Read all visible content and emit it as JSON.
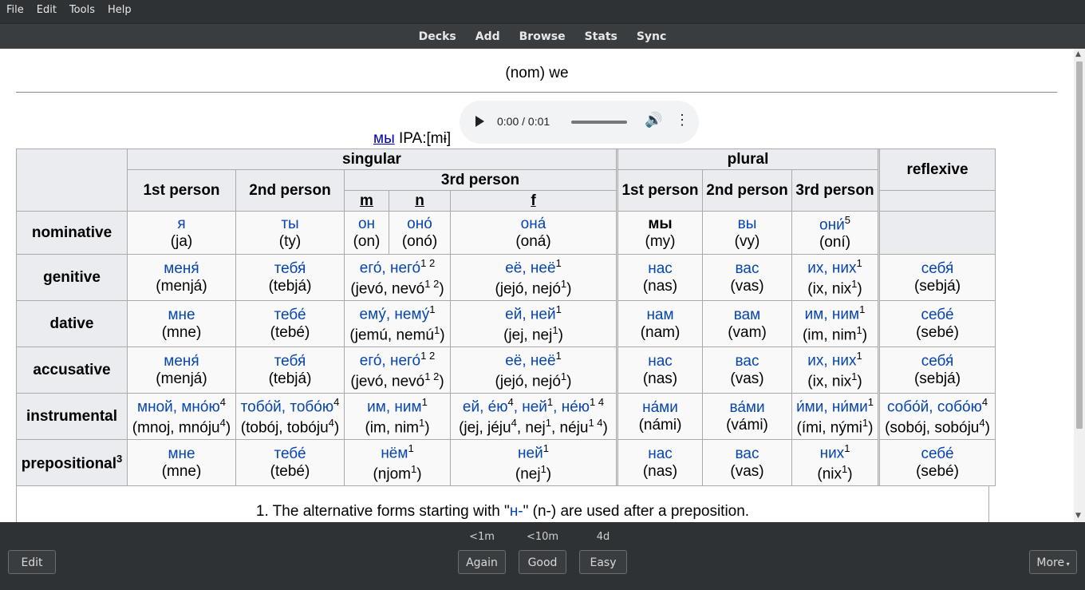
{
  "menu": [
    "File",
    "Edit",
    "Tools",
    "Help"
  ],
  "toolbar": [
    "Decks",
    "Add",
    "Browse",
    "Stats",
    "Sync"
  ],
  "card": {
    "question": "(nom) we",
    "audio_time": "0:00 / 0:01",
    "word": "мы",
    "ipa": "IPA:[mɨ]",
    "headers": {
      "singular": "singular",
      "plural": "plural",
      "reflexive": "reflexive",
      "first": "1st person",
      "second": "2nd person",
      "third": "3rd person",
      "m": "m",
      "n": "n",
      "f": "f"
    },
    "rows": {
      "nom": "nominative",
      "gen": "genitive",
      "dat": "dative",
      "acc": "accusative",
      "ins": "instrumental",
      "pre": "prepositional"
    },
    "footnote_pre": "1. The alternative forms starting with \"",
    "footnote_cy": "н-",
    "footnote_post": "\" (n-) are used after a preposition."
  },
  "answer_buttons": [
    {
      "interval": "<1m",
      "label": "Again"
    },
    {
      "interval": "<10m",
      "label": "Good"
    },
    {
      "interval": "4d",
      "label": "Easy"
    }
  ],
  "edit_label": "Edit",
  "more_label": "More"
}
